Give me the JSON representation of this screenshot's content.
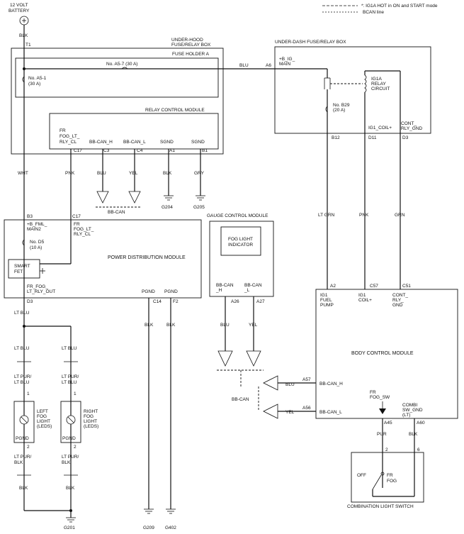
{
  "legend": {
    "ig1a_note": "*: IG1A HOT in ON and START mode",
    "bcan_note": "BCAN line"
  },
  "battery": {
    "label1": "12 VOLT",
    "label2": "BATTERY",
    "wire": "BLK",
    "term": "T1"
  },
  "underhood": {
    "title1": "UNDER-HOOD",
    "title2": "FUSE/RELAY BOX",
    "holder": "FUSE HOLDER A",
    "fuse_a57": "No. A5-7 (30 A)",
    "fuse_a51_1": "No. A5-1",
    "fuse_a51_2": "(30 A)"
  },
  "rcm": {
    "title": "RELAY CONTROL MODULE",
    "pin1_l1": "FR",
    "pin1_l2": "FOG_LT_",
    "pin1_l3": "RLY_CL",
    "pin2": "BB-CAN_H",
    "pin3": "BB-CAN_L",
    "pin4": "SGND",
    "pin5": "SGND",
    "t1": "C17",
    "t2": "C3",
    "t3": "C4",
    "t4": "A1",
    "t5": "B1"
  },
  "wires": {
    "blu": "BLU",
    "a6": "A6",
    "wht": "WHT",
    "pnk": "PNK",
    "blu2": "BLU",
    "yel": "YEL",
    "blk": "BLK",
    "gry": "GRY",
    "bbcan": "BB-CAN",
    "g204": "G204",
    "g205": "G205",
    "ltgrn": "LT GRN",
    "pnk2": "PNK",
    "grn": "GRN"
  },
  "underdash": {
    "title": "UNDER-DASH FUSE/RELAY BOX",
    "main1": "+B_IG_",
    "main2": "MAIN",
    "relay1": "IG1A",
    "relay2": "RELAY",
    "relay3": "CIRCUIT",
    "fuse_b29_1": "No. B29",
    "fuse_b29_2": "(20 A)",
    "coil": "IG1_COIL+",
    "cont1": "CONT_",
    "cont2": "RLY_GND",
    "b12": "B12",
    "d11": "D11",
    "d3": "D3"
  },
  "pdm": {
    "title": "POWER DISTRIBUTION MODULE",
    "b3": "B3",
    "main1": "+B_FML_",
    "main2": "MAIN2",
    "c17": "C17",
    "fr1": "FR",
    "fr2": "FOG_LT_",
    "fr3": "RLY_CL",
    "fuse_d5_1": "No. D5",
    "fuse_d5_2": "(10 A)",
    "fet1": "SMART",
    "fet2": "FET",
    "out1": "FR_FOG_",
    "out2": "LT_RLY_OUT",
    "pgnd1": "PGND",
    "pgnd2": "PGND",
    "d3": "D3",
    "c14": "C14",
    "f2": "F2"
  },
  "gcm": {
    "title": "GAUGE CONTROL MODULE",
    "ind1": "FOG LIGHT",
    "ind2": "INDICATOR",
    "h1": "BB-CAN",
    "h2": "_H",
    "l1": "BB-CAN",
    "l2": "_L",
    "a26": "A26",
    "a27": "A27",
    "blu": "BLU",
    "yel": "YEL"
  },
  "lights": {
    "ltblu": "LT BLU",
    "ltpur_l1": "LT PUR/",
    "ltpur_l2": "LT BLU",
    "left1": "LEFT",
    "left2": "FOG",
    "left3": "LIGHT",
    "left4": "(LEDS)",
    "right1": "RIGHT",
    "right2": "FOG",
    "right3": "LIGHT",
    "right4": "(LEDS)",
    "pin1": "1",
    "pin2": "2",
    "pgnd": "PGND",
    "ltpurblk1": "LT PUR/",
    "ltpurblk2": "BLK",
    "blk": "BLK",
    "g201": "G201",
    "g209": "G209",
    "g402": "G402"
  },
  "bcm": {
    "title": "BODY CONTROL MODULE",
    "a2": "A2",
    "c57": "C57",
    "c51": "C51",
    "p1_1": "IG1",
    "p1_2": "FUEL",
    "p1_3": "PUMP",
    "p2_1": "IG1",
    "p2_2": "COIL+",
    "p3_1": "CONT_",
    "p3_2": "RLY_",
    "p3_3": "GND",
    "a57": "A57",
    "a56": "A56",
    "canh": "BB-CAN_H",
    "canl": "BB-CAN_L",
    "blu": "BLU",
    "yel": "YEL",
    "bbcan": "BB-CAN",
    "fr1": "FR",
    "fr2": "FOG_SW",
    "combi1": "COMBI",
    "combi2": "SW_GND",
    "combi3": "(LT)",
    "a45": "A45",
    "a60": "A60",
    "pur": "PUR",
    "blk": "BLK"
  },
  "cls": {
    "title": "COMBINATION LIGHT SWITCH",
    "pin2": "2",
    "pin6": "6",
    "off": "OFF",
    "fr": "FR",
    "fog": "FOG"
  }
}
